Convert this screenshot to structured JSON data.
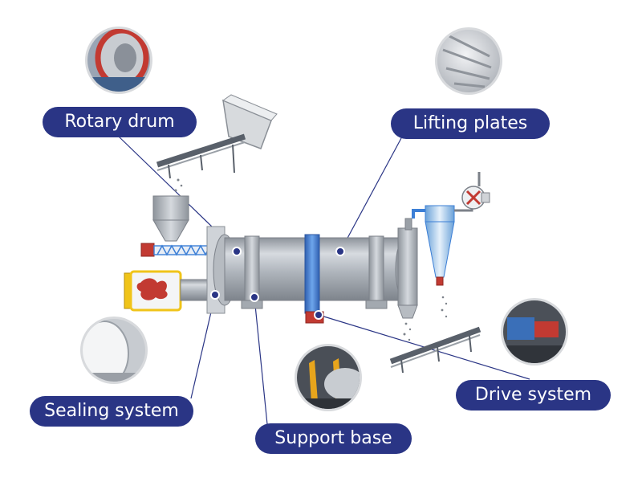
{
  "colors": {
    "label_bg": "#2a3585",
    "label_text": "#ffffff",
    "leader_line": "#2a3585",
    "drum_metal": "#b9bec5",
    "accent_blue": "#3c7fd6",
    "motor_red": "#c23a32",
    "housing_yellow": "#f0c419"
  },
  "labels": {
    "rotary_drum": "Rotary drum",
    "lifting_plates": "Lifting plates",
    "sealing_system": "Sealing system",
    "support_base": "Support base",
    "drive_system": "Drive system"
  },
  "photo_icons": [
    "rotary-drum-photo-icon",
    "lifting-plates-photo-icon",
    "sealing-system-photo-icon",
    "support-base-photo-icon",
    "drive-system-photo-icon"
  ]
}
